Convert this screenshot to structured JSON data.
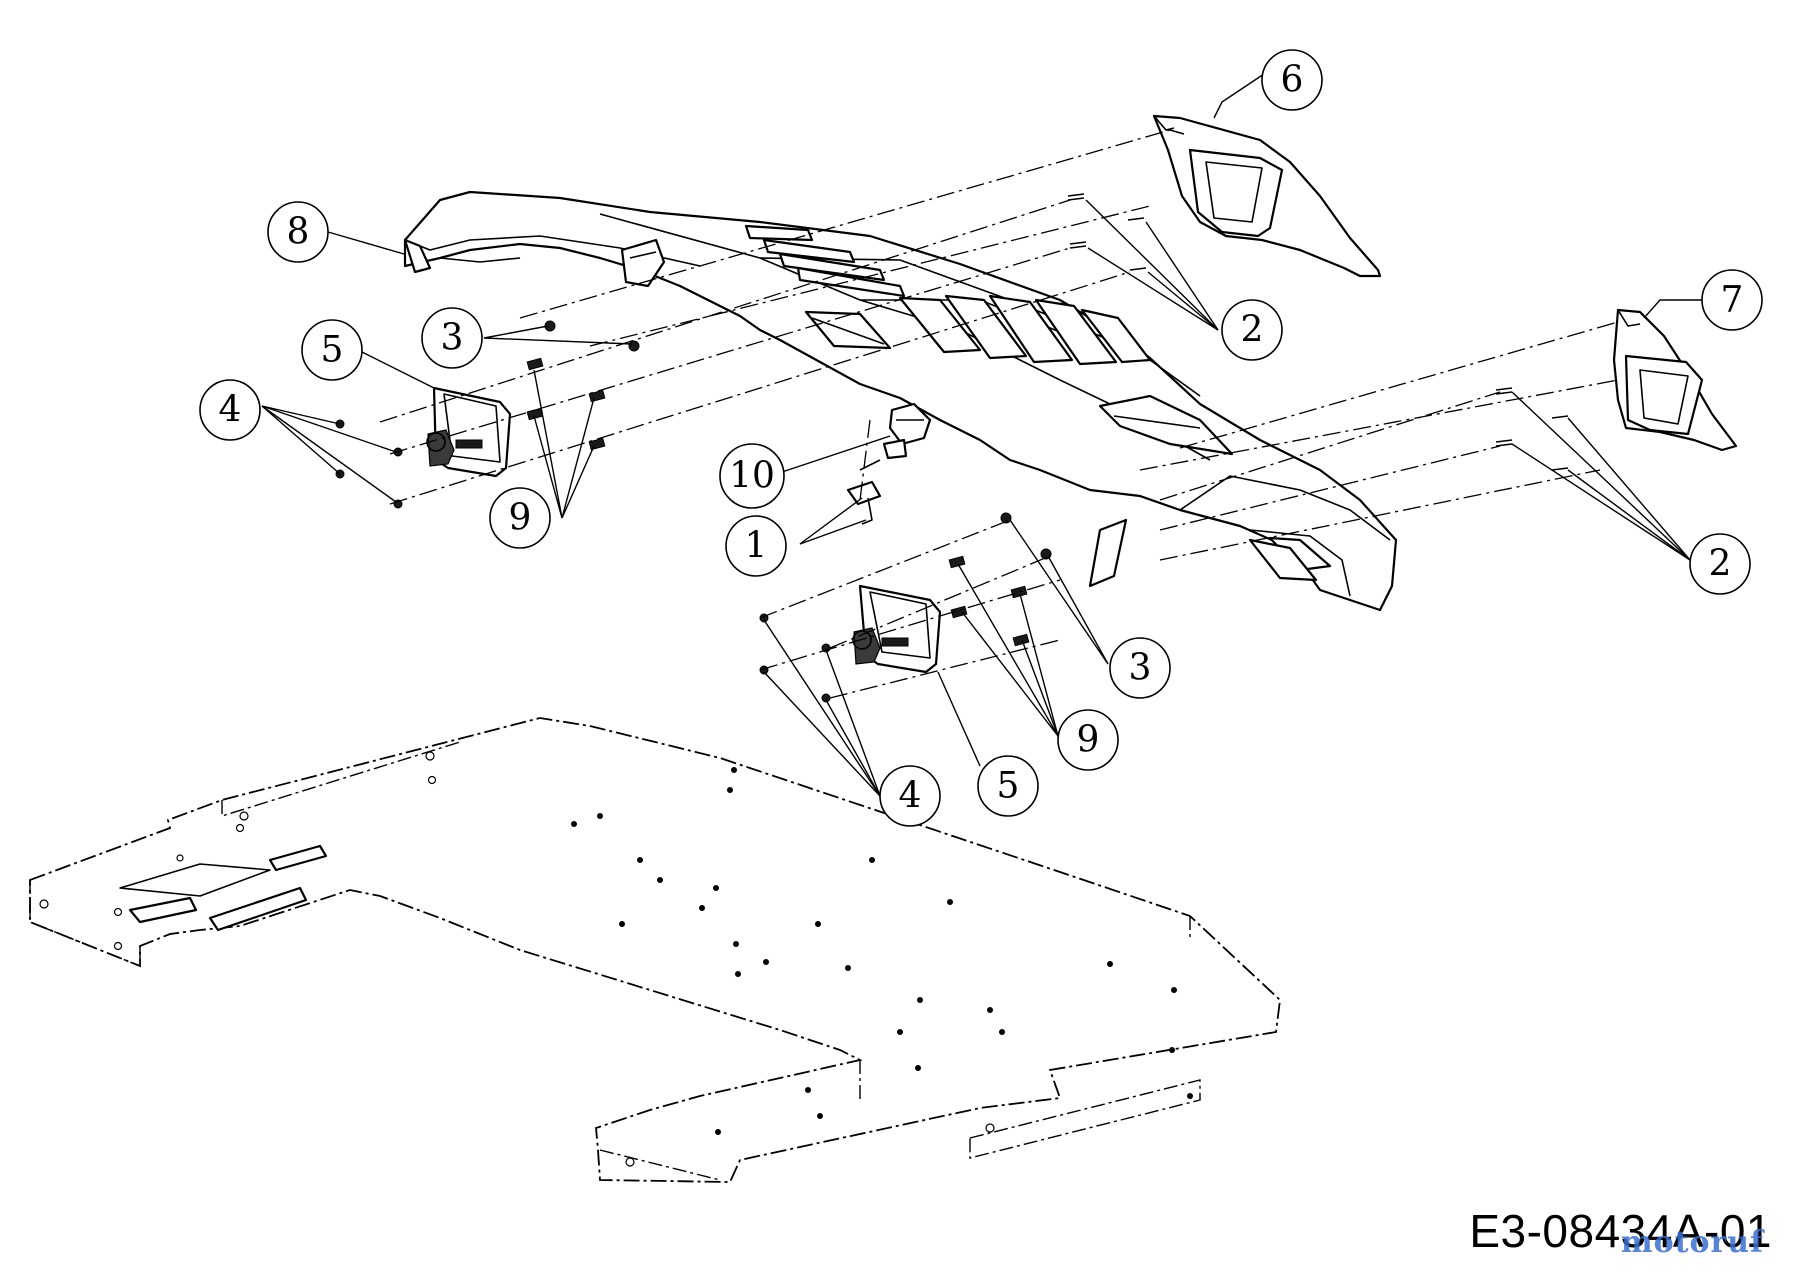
{
  "callouts": [
    {
      "id": "c6",
      "label": "6"
    },
    {
      "id": "c8",
      "label": "8"
    },
    {
      "id": "c7",
      "label": "7"
    },
    {
      "id": "c2a",
      "label": "2"
    },
    {
      "id": "c3a",
      "label": "3"
    },
    {
      "id": "c5a",
      "label": "5"
    },
    {
      "id": "c4a",
      "label": "4"
    },
    {
      "id": "c10",
      "label": "10"
    },
    {
      "id": "c9a",
      "label": "9"
    },
    {
      "id": "c1",
      "label": "1"
    },
    {
      "id": "c2b",
      "label": "2"
    },
    {
      "id": "c3b",
      "label": "3"
    },
    {
      "id": "c9b",
      "label": "9"
    },
    {
      "id": "c4b",
      "label": "4"
    },
    {
      "id": "c5b",
      "label": "5"
    }
  ],
  "drawing_number": "E3-08434A-01",
  "watermark": "motoruf"
}
